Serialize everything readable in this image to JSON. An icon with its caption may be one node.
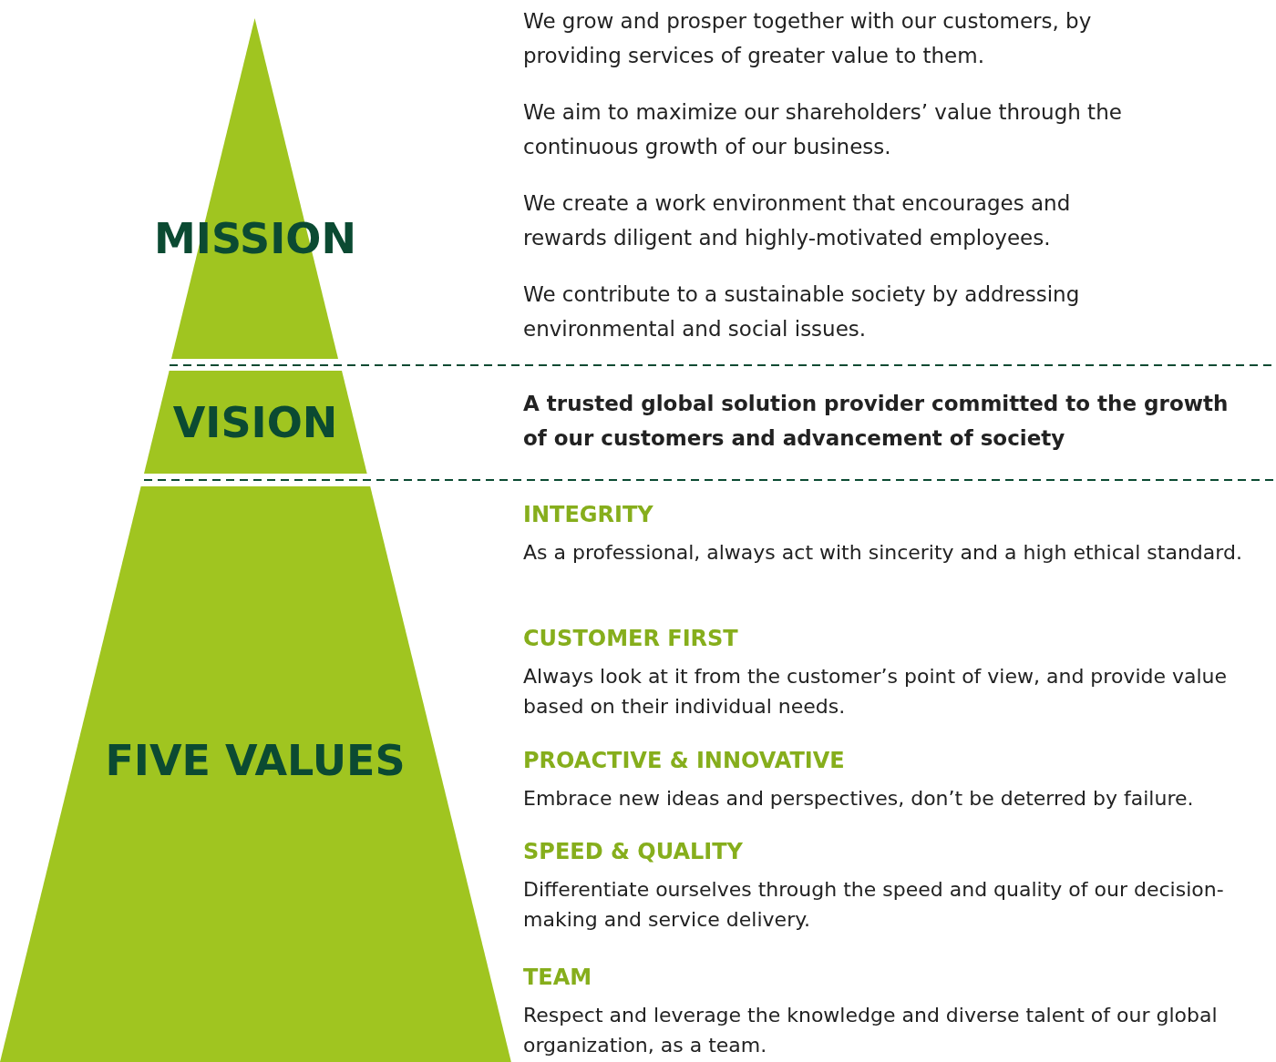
{
  "diagram": {
    "nodes": [
      {
        "text": [
          "MISSION"
        ]
      },
      {
        "text": [
          "VISION"
        ]
      },
      {
        "text": [
          "FIVE VALUES"
        ]
      }
    ],
    "labels": [
      "We grow and prosper together with our customers, by providing services of greater value to them.",
      "We aim to maximize our shareholders’ value through the continuous growth of our business.",
      "We create a work environment that encourages and rewards diligent and highly-motivated employees.",
      "We contribute to a sustainable society by addressing environmental and social issues.",
      "A trusted global solution provider committed to the growth of our customers and advancement of society",
      "INTEGRITY",
      "As a professional, always act with sincerity and a high ethical standard.",
      "CUSTOMER FIRST",
      "Always look at it from the customer’s point of view, and provide value based on their individual needs.",
      "PROACTIVE & INNOVATIVE",
      "Embrace new ideas and perspectives, don’t be deterred by failure.",
      "SPEED & QUALITY",
      "Differentiate ourselves through the speed and quality of our decision-making and service delivery.",
      "TEAM",
      "Respect and leverage the knowledge and diverse talent of our global organization, as a team."
    ]
  }
}
